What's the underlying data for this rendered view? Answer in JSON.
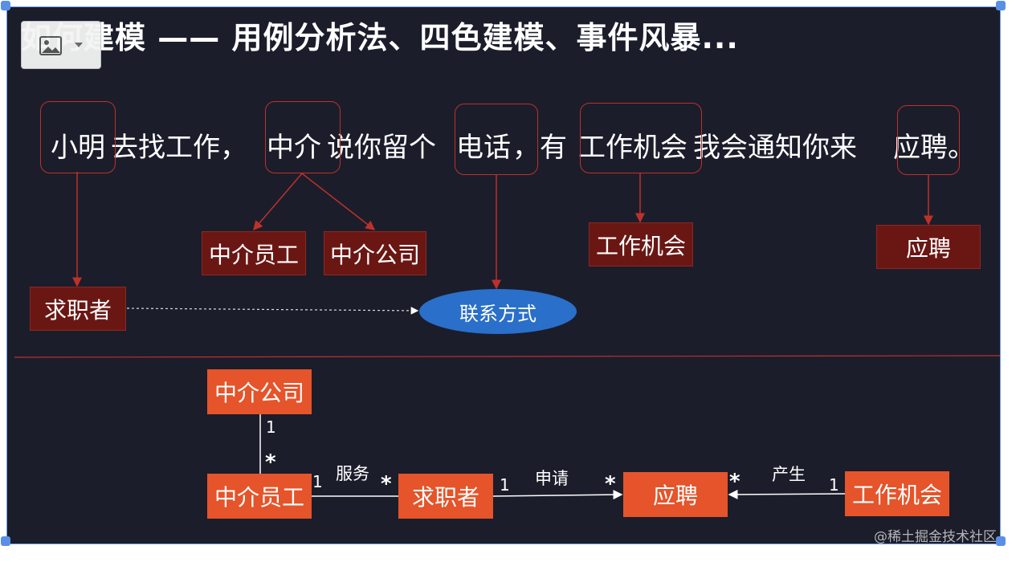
{
  "slide": {
    "title": "如何建模 —— 用例分析法、四色建模、事件风暴...",
    "sentence": [
      {
        "key": "xiaoming",
        "text": "小明",
        "highlighted": true
      },
      {
        "key": "s1",
        "text": " 去找工作，",
        "highlighted": false
      },
      {
        "key": "zhongjie",
        "text": "中介",
        "highlighted": true
      },
      {
        "key": "s2",
        "text": " 说你留个",
        "highlighted": false
      },
      {
        "key": "dianhua",
        "text": "电话",
        "highlighted": true
      },
      {
        "key": "s3",
        "text": "，有",
        "highlighted": false
      },
      {
        "key": "gongzuo",
        "text": "工作机会",
        "highlighted": true
      },
      {
        "key": "s4",
        "text": " 我会通知你来 ",
        "highlighted": false
      },
      {
        "key": "yingpin",
        "text": "应聘",
        "highlighted": true
      },
      {
        "key": "s5",
        "text": "。",
        "highlighted": false
      }
    ],
    "upper_nodes": {
      "zhongjie_yuangong": "中介员工",
      "zhongjie_gongsi": "中介公司",
      "gongzuo_jihui": "工作机会",
      "yingpin": "应聘",
      "qiuzhizhe": "求职者",
      "lianxi_fangshi": "联系方式"
    },
    "lower_nodes": {
      "zhongjie_gongsi": "中介公司",
      "zhongjie_yuangong": "中介员工",
      "qiuzhizhe": "求职者",
      "yingpin": "应聘",
      "gongzuo_jihui": "工作机会"
    },
    "associations": {
      "company_employee": {
        "mult_company": "1",
        "mult_employee": "*"
      },
      "employee_seeker": {
        "label": "服务",
        "mult_employee": "1",
        "mult_seeker": "*"
      },
      "seeker_application": {
        "label": "申请",
        "mult_seeker": "1",
        "mult_application": "*"
      },
      "job_application": {
        "label": "产生",
        "mult_job": "1",
        "mult_application": "*"
      }
    },
    "colors": {
      "background": "#1b1d2b",
      "highlight_border": "#c0302a",
      "dark_red_box": "#6a1714",
      "orange_box": "#e5542a",
      "ellipse": "#2a6fc9",
      "line": "#c0302a"
    }
  },
  "watermark": "@稀土掘金技术社区",
  "toolbar": {
    "image_icon": "image-icon",
    "dropdown_icon": "chevron-down-icon"
  }
}
